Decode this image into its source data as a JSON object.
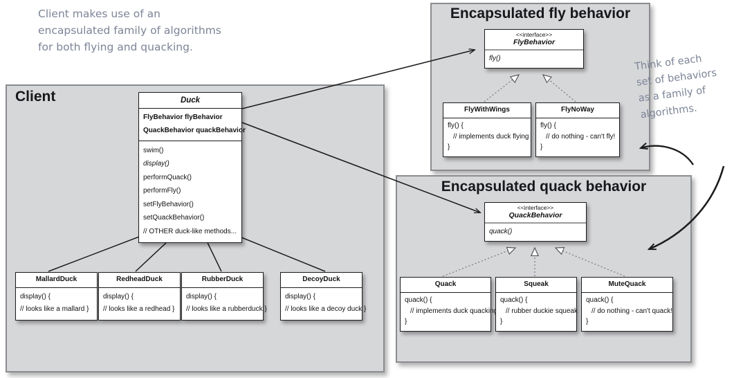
{
  "notes": {
    "client_note": "Client makes use of an\nencapsulated family of algorithms\nfor both flying and quacking.",
    "family_note": "Think of each\nset of behaviors\nas a family of\nalgorithms."
  },
  "panels": {
    "client": {
      "title": "Client"
    },
    "fly": {
      "title": "Encapsulated fly behavior"
    },
    "quack": {
      "title": "Encapsulated quack behavior"
    }
  },
  "duck": {
    "name": "Duck",
    "fields": [
      "FlyBehavior flyBehavior",
      "QuackBehavior quackBehavior"
    ],
    "methods": [
      "swim()",
      "display()",
      "performQuack()",
      "performFly()",
      "setFlyBehavior()",
      "setQuackBehavior()",
      "// OTHER duck-like methods..."
    ]
  },
  "duck_subclasses": [
    {
      "name": "MallardDuck",
      "lines": [
        "display() {",
        "// looks like a mallard }"
      ]
    },
    {
      "name": "RedheadDuck",
      "lines": [
        "display() {",
        "// looks like a redhead }"
      ]
    },
    {
      "name": "RubberDuck",
      "lines": [
        "display() {",
        "// looks like a rubberduck }"
      ]
    },
    {
      "name": "DecoyDuck",
      "lines": [
        "display() {",
        "// looks like a decoy duck }"
      ]
    }
  ],
  "fly_behavior": {
    "stereotype": "<<interface>>",
    "name": "FlyBehavior",
    "method": "fly()"
  },
  "fly_impls": [
    {
      "name": "FlyWithWings",
      "lines": [
        "fly() {",
        "// implements duck flying",
        "}"
      ]
    },
    {
      "name": "FlyNoWay",
      "lines": [
        "fly() {",
        "// do nothing - can't fly!",
        "}"
      ]
    }
  ],
  "quack_behavior": {
    "stereotype": "<<interface>>",
    "name": "QuackBehavior",
    "method": "quack()"
  },
  "quack_impls": [
    {
      "name": "Quack",
      "lines": [
        "quack() {",
        "// implements duck quacking",
        "}"
      ]
    },
    {
      "name": "Squeak",
      "lines": [
        "quack() {",
        "// rubber duckie squeak",
        "}"
      ]
    },
    {
      "name": "MuteQuack",
      "lines": [
        "quack() {",
        "// do nothing - can't quack!",
        "}"
      ]
    }
  ],
  "colors": {
    "panel_fill": "#d6d7d9",
    "panel_border": "#8a8c8f",
    "box_fill": "#ffffff",
    "box_border": "#1b1b1b",
    "note_text": "#7c8496",
    "line": "#1d1d1d"
  }
}
